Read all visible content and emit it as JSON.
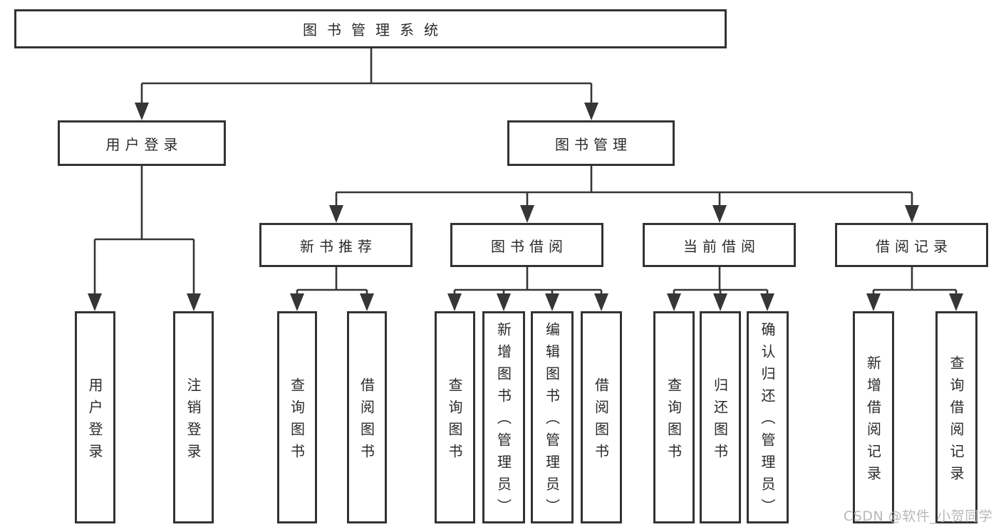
{
  "tree": {
    "root": {
      "label": "图书管理系统",
      "children": [
        {
          "label": "用户登录",
          "children": [
            {
              "label": "用户登录"
            },
            {
              "label": "注销登录"
            }
          ]
        },
        {
          "label": "图书管理",
          "children": [
            {
              "label": "新书推荐",
              "children": [
                {
                  "label": "查询图书"
                },
                {
                  "label": "借阅图书"
                }
              ]
            },
            {
              "label": "图书借阅",
              "children": [
                {
                  "label": "查询图书"
                },
                {
                  "label": "新增图书（管理员）"
                },
                {
                  "label": "编辑图书（管理员）"
                },
                {
                  "label": "借阅图书"
                }
              ]
            },
            {
              "label": "当前借阅",
              "children": [
                {
                  "label": "查询图书"
                },
                {
                  "label": "归还图书"
                },
                {
                  "label": "确认归还（管理员）"
                }
              ]
            },
            {
              "label": "借阅记录",
              "children": [
                {
                  "label": "新增借阅记录"
                },
                {
                  "label": "查询借阅记录"
                }
              ]
            }
          ]
        }
      ]
    }
  },
  "watermark": {
    "text": "CSDN @软件_小贺同学"
  },
  "colors": {
    "line": "#363636",
    "box_border": "#333333",
    "text": "#2a2a2a",
    "background": "#ffffff",
    "watermark_text": "#b2b2b2"
  }
}
